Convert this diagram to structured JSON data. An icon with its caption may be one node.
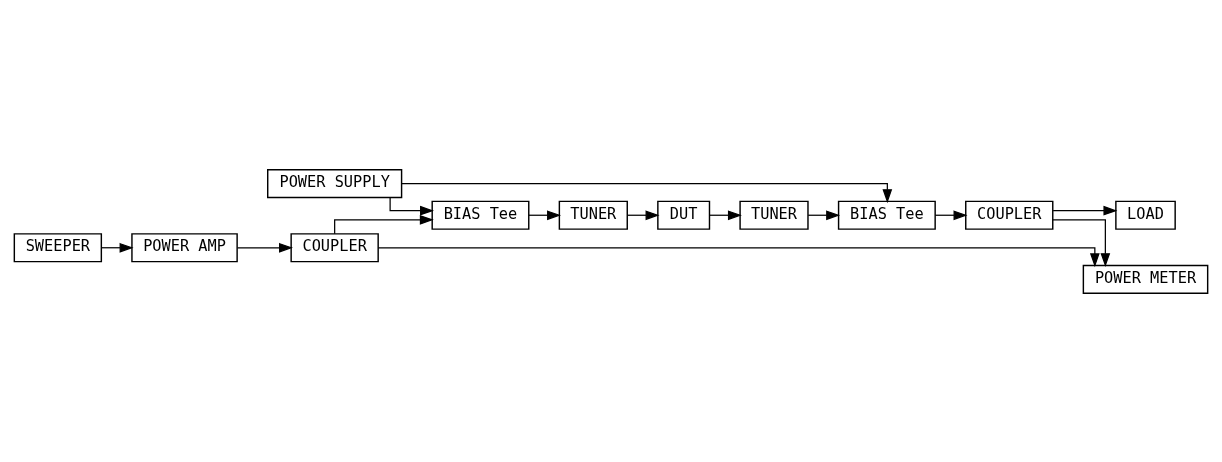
{
  "diagram": {
    "nodes": [
      {
        "text": [
          "POWER AMP"
        ]
      },
      {
        "text": [
          "SWEEPER"
        ]
      },
      {
        "text": [
          "LOAD"
        ]
      },
      {
        "text": [
          "POWER METER"
        ]
      },
      {
        "text": [
          "COUPLER"
        ]
      },
      {
        "text": [
          "BIAS Tee"
        ]
      },
      {
        "text": [
          "TUNER"
        ]
      },
      {
        "text": [
          "DUT"
        ]
      },
      {
        "text": [
          "TUNER"
        ]
      },
      {
        "text": [
          "BIAS Tee"
        ]
      },
      {
        "text": [
          "COUPLER"
        ]
      },
      {
        "text": [
          "POWER SUPPLY"
        ]
      }
    ],
    "edges": [
      {
        "from": 1,
        "to": 0,
        "arrow": "to"
      },
      {
        "from": 0,
        "to": 4,
        "arrow": "to"
      },
      {
        "from": 4,
        "to": 3,
        "arrow": "to"
      },
      {
        "from": 4,
        "to": 5,
        "arrow": "to"
      },
      {
        "from": 5,
        "to": 6,
        "arrow": "to"
      },
      {
        "from": 6,
        "to": 7,
        "arrow": "to"
      },
      {
        "from": 7,
        "to": 8,
        "arrow": "to"
      },
      {
        "from": 8,
        "to": 9,
        "arrow": "to"
      },
      {
        "from": 9,
        "to": 10,
        "arrow": "to"
      },
      {
        "from": 10,
        "to": 3,
        "arrow": "to"
      },
      {
        "from": 10,
        "to": 2,
        "arrow": "to"
      },
      {
        "from": 11,
        "to": 5,
        "arrow": "to"
      },
      {
        "from": 11,
        "to": 9,
        "arrow": "to"
      }
    ]
  }
}
